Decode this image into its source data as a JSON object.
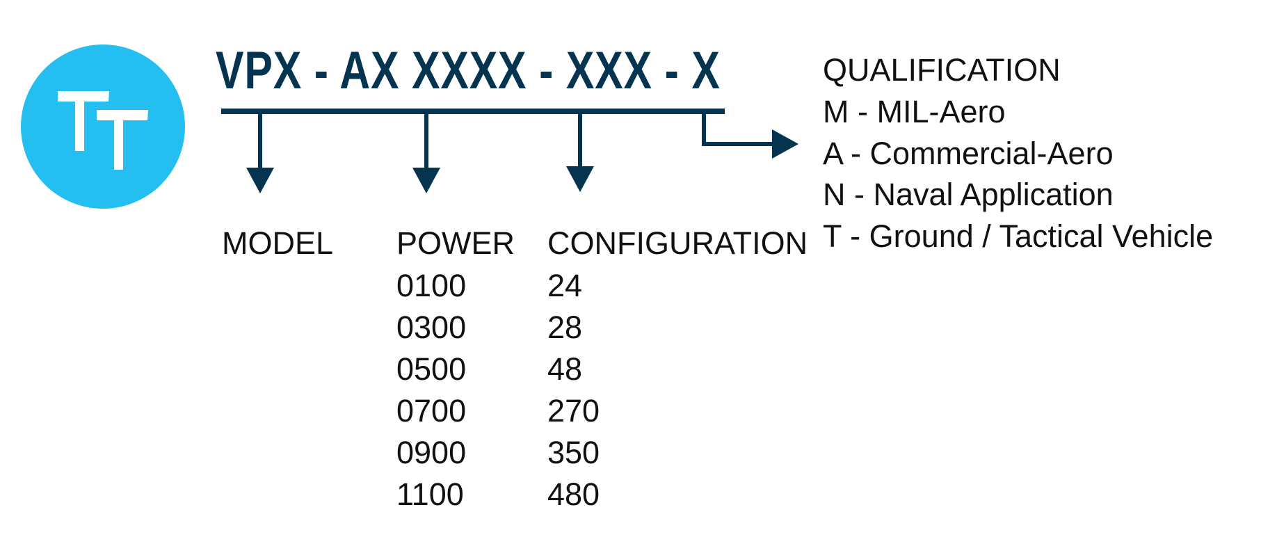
{
  "colors": {
    "navy": "#04344f",
    "cyan": "#25bef0",
    "text": "#111111"
  },
  "logo": {
    "text": "TT"
  },
  "part_number": "VPX - AX  XXXX - XXX - X",
  "fields": {
    "model": {
      "label": "MODEL"
    },
    "power": {
      "label": "POWER",
      "values": [
        "0100",
        "0300",
        "0500",
        "0700",
        "0900",
        "1100"
      ]
    },
    "configuration": {
      "label": "CONFIGURATION",
      "values": [
        "24",
        "28",
        "48",
        "270",
        "350",
        "480"
      ]
    },
    "qualification": {
      "label": "QUALIFICATION",
      "values": [
        "M - MIL-Aero",
        "A - Commercial-Aero",
        "N - Naval Application",
        "T - Ground / Tactical Vehicle"
      ]
    }
  }
}
